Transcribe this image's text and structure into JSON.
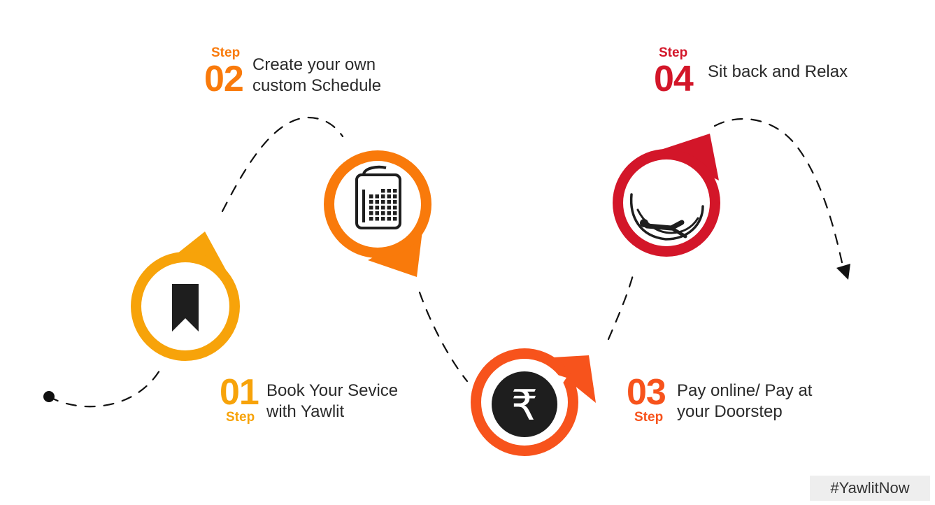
{
  "steps": [
    {
      "id": "01",
      "word": "Step",
      "number": "01",
      "line1": "Book Your Sevice",
      "line2": "with Yawlit",
      "color": "#F7A30A",
      "icon": "bookmark-icon"
    },
    {
      "id": "02",
      "word": "Step",
      "number": "02",
      "line1": "Create your own",
      "line2": "custom Schedule",
      "color": "#F97A0B",
      "icon": "calendar-icon"
    },
    {
      "id": "03",
      "word": "Step",
      "number": "03",
      "line1": "Pay online/ Pay at",
      "line2": "your Doorstep",
      "color": "#F7531C",
      "icon": "rupee-icon"
    },
    {
      "id": "04",
      "word": "Step",
      "number": "04",
      "line1": "Sit back and Relax",
      "line2": "",
      "color": "#D31629",
      "icon": "hammock-relax-icon"
    }
  ],
  "hashtag": "#YawlitNow",
  "colors": {
    "path": "#111111",
    "dark_icon": "#1e1e1e",
    "background": "#ffffff"
  }
}
